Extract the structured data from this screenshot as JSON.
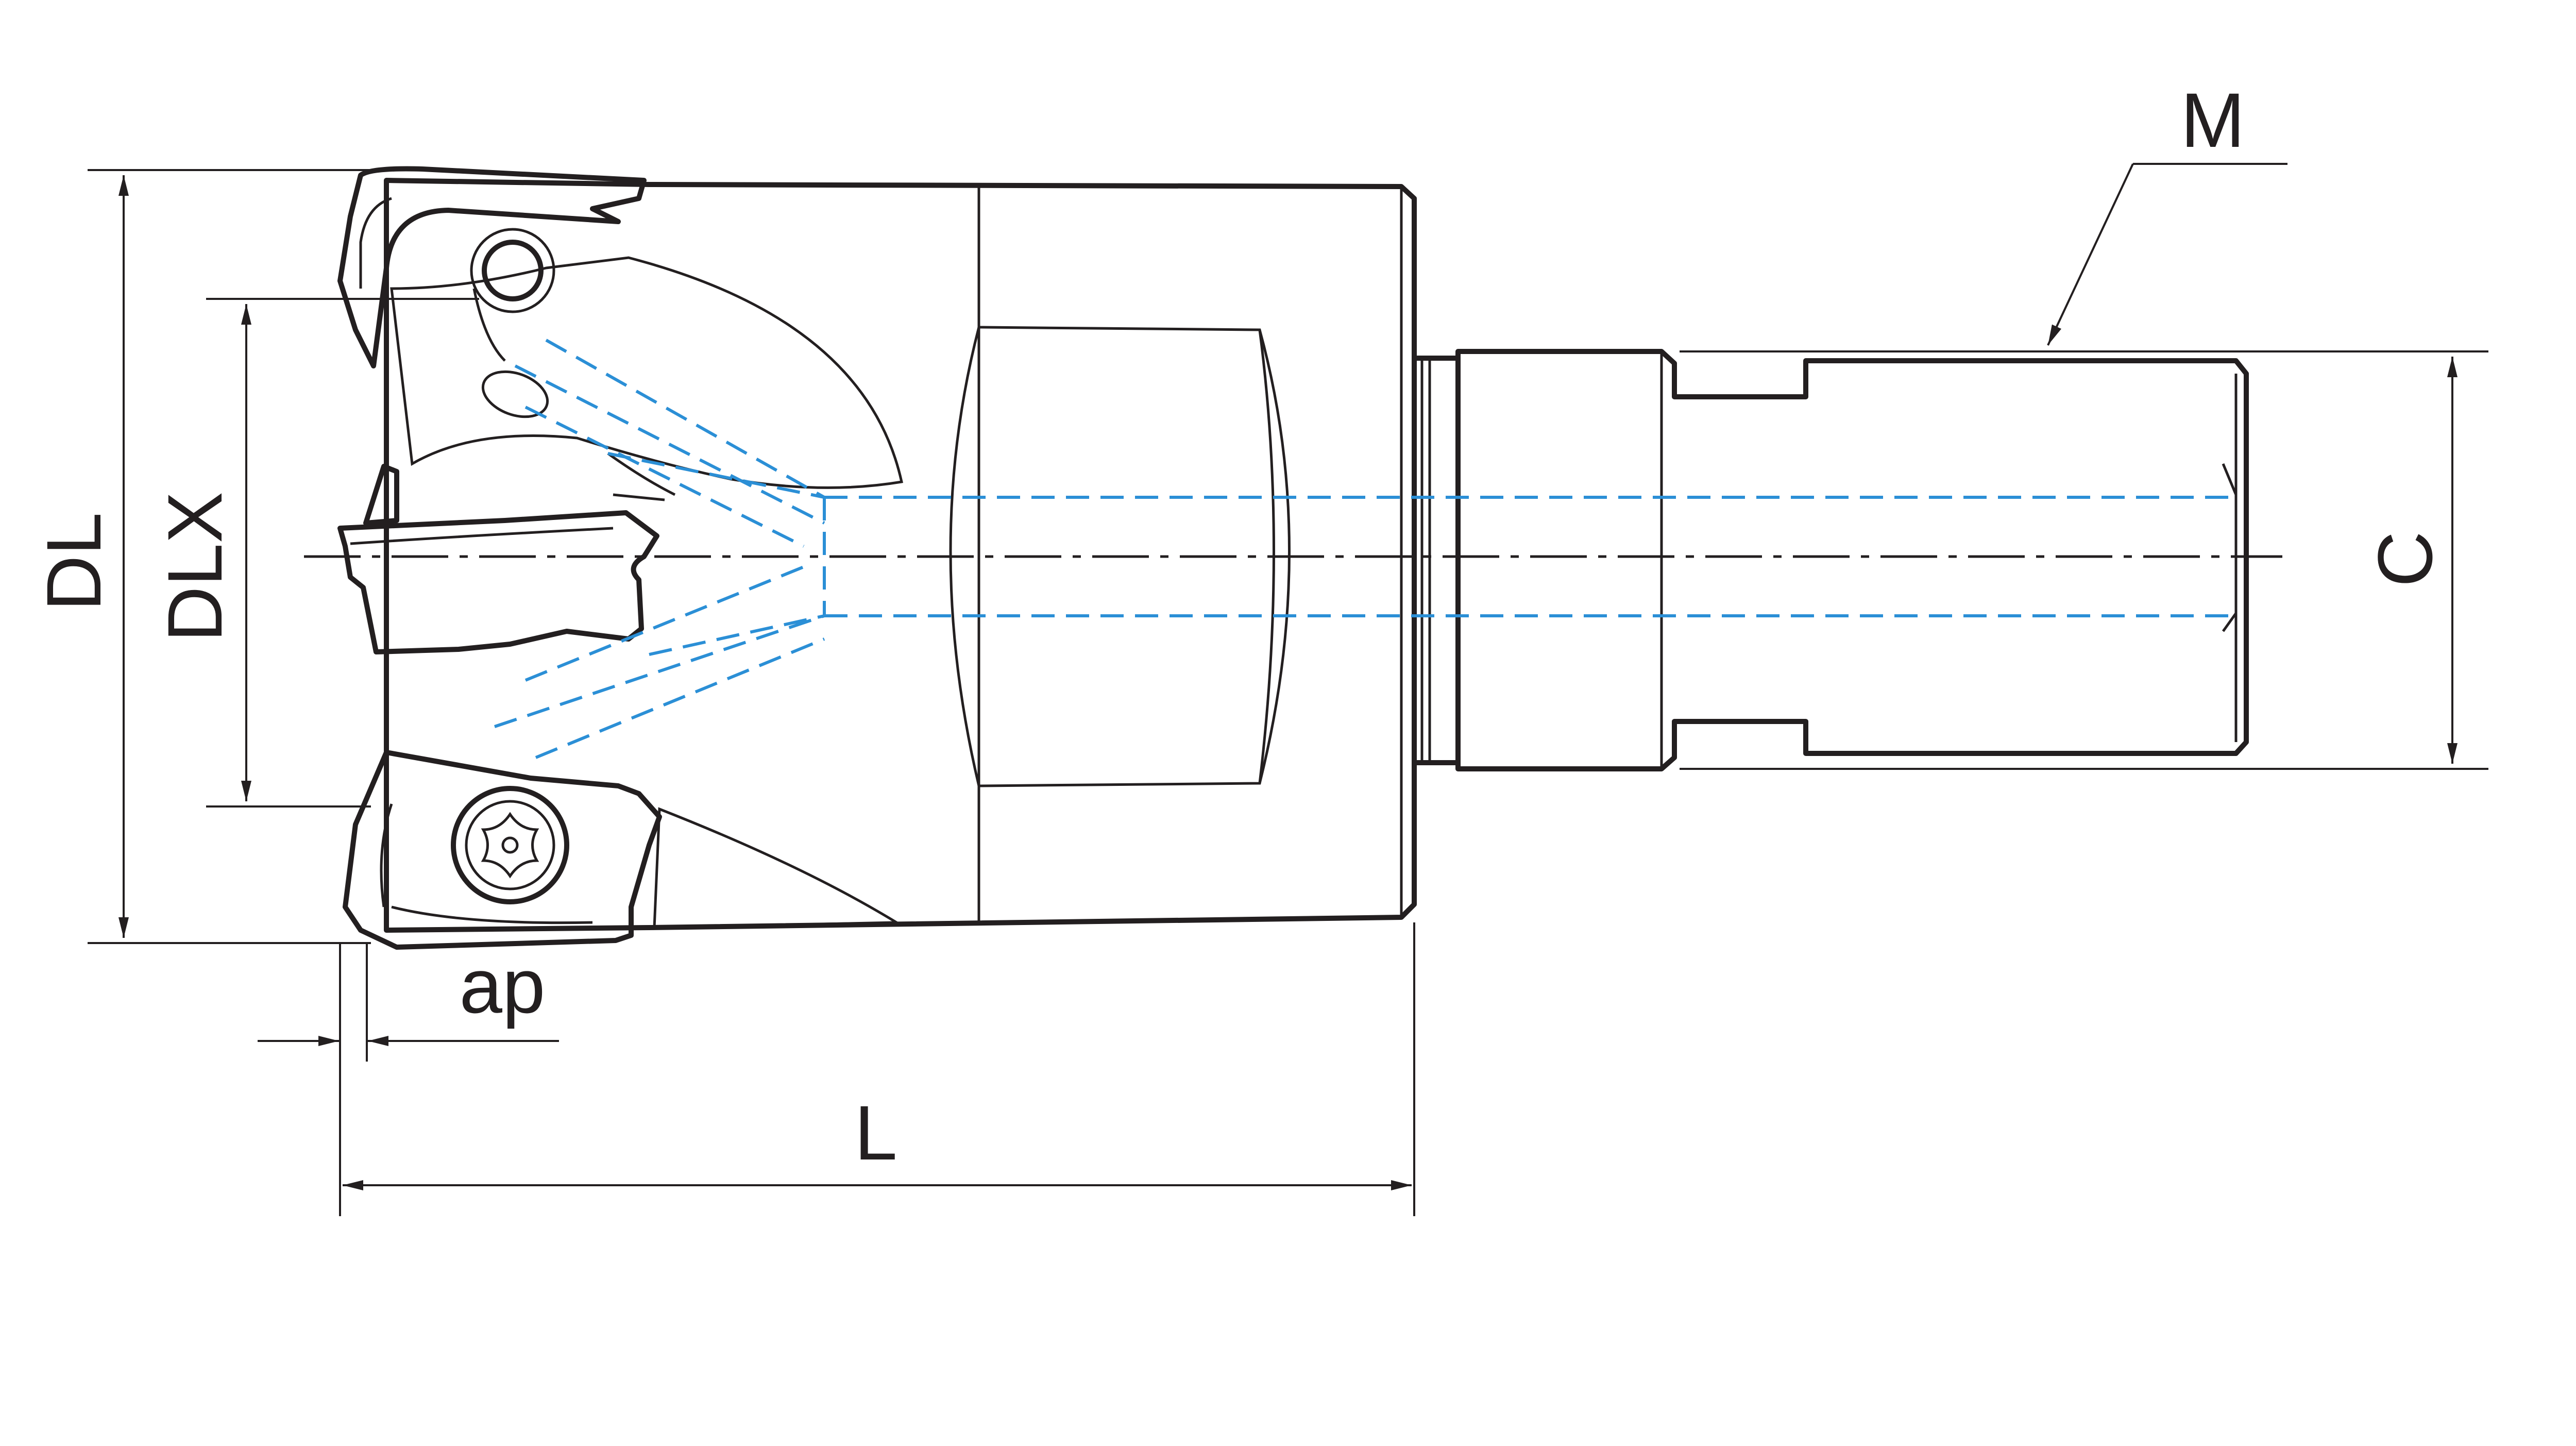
{
  "dimensions": {
    "dl": "DL",
    "dlx": "DLX",
    "ap": "ap",
    "l": "L",
    "m": "M",
    "c": "C"
  },
  "colors": {
    "body": "#d5d7da",
    "insert": "#f3c53a",
    "insert_shade": "#d9a41b",
    "coolant": "#2b8fd6",
    "line": "#231f20"
  }
}
